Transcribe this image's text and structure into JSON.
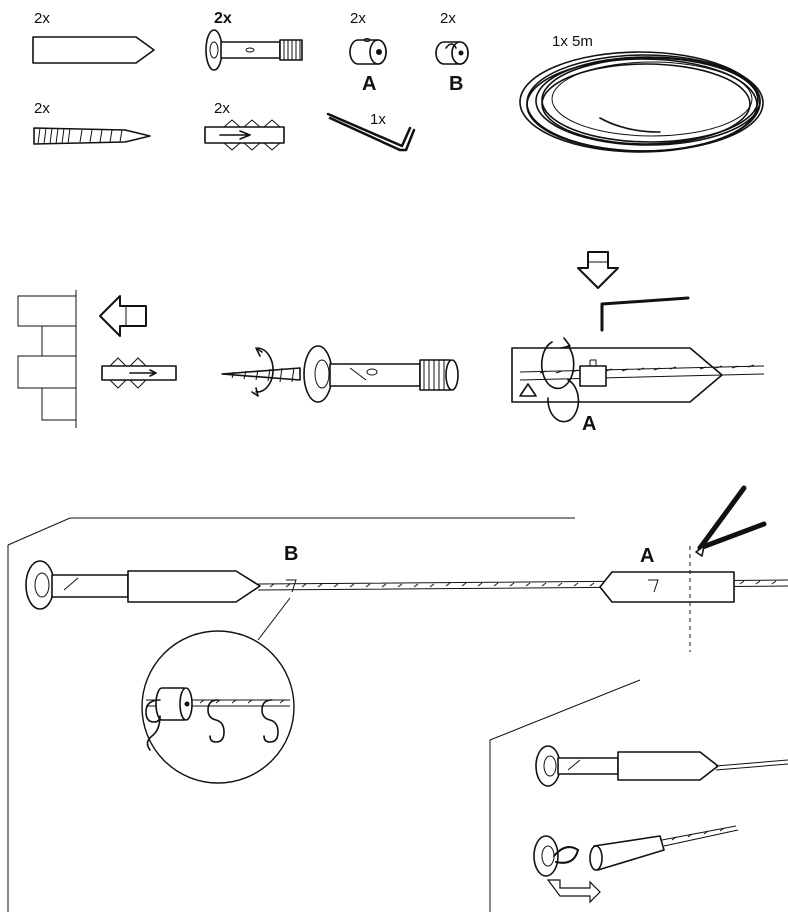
{
  "parts": {
    "end_cap_qty": "2x",
    "wall_bracket_qty": "2x",
    "clamp_a_qty": "2x",
    "clamp_a_label": "A",
    "clamp_b_qty": "2x",
    "clamp_b_label": "B",
    "wire_qty": "1x 5m",
    "screw_qty": "2x",
    "plug_qty": "2x",
    "allen_key_qty": "1x"
  },
  "step2": {
    "clamp_label": "A"
  },
  "step3": {
    "label_b": "B",
    "label_a": "A"
  }
}
